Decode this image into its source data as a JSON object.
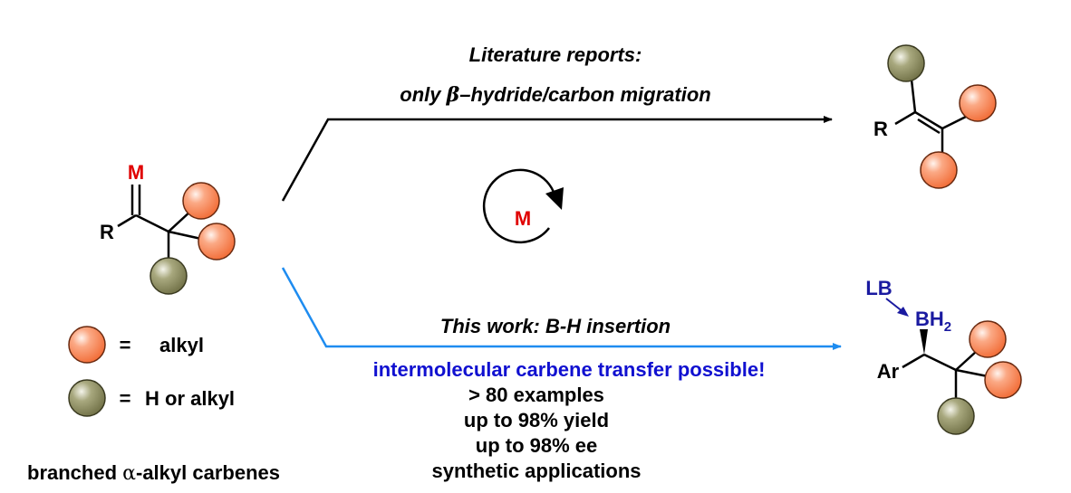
{
  "colors": {
    "metal": "#e00000",
    "blue_text": "#1010d0",
    "blue_arrow": "#1e8cf0",
    "boron": "#1a1aa0",
    "alkyl_sphere": "#f6885a",
    "h_alkyl_sphere": "#8d8d5c",
    "black": "#000000"
  },
  "reactant": {
    "metal_label": "M",
    "r_label": "R",
    "caption_prefix": "branched ",
    "caption_greek": "α",
    "caption_suffix": "-alkyl carbenes"
  },
  "legend": [
    {
      "sphere": "alkyl-sphere",
      "equals": "=",
      "label": "alkyl"
    },
    {
      "sphere": "h-or-alkyl-sphere",
      "equals": "=",
      "label": "H or alkyl"
    }
  ],
  "top_path": {
    "line1": "Literature reports:",
    "line2_prefix": "only ",
    "line2_greek": "β",
    "line2_suffix": "–hydride/carbon migration"
  },
  "catalyst_cycle": {
    "label": "M"
  },
  "top_product": {
    "r_label": "R"
  },
  "bottom_path": {
    "title": "This work: B-H insertion",
    "highlight": "intermolecular carbene transfer possible!",
    "bullets": [
      "> 80 examples",
      "up to 98% yield",
      "up to 98% ee",
      "synthetic applications"
    ]
  },
  "bottom_product": {
    "lb_label": "LB",
    "bh2_label": "BH",
    "bh2_subscript": "2",
    "ar_label": "Ar"
  }
}
